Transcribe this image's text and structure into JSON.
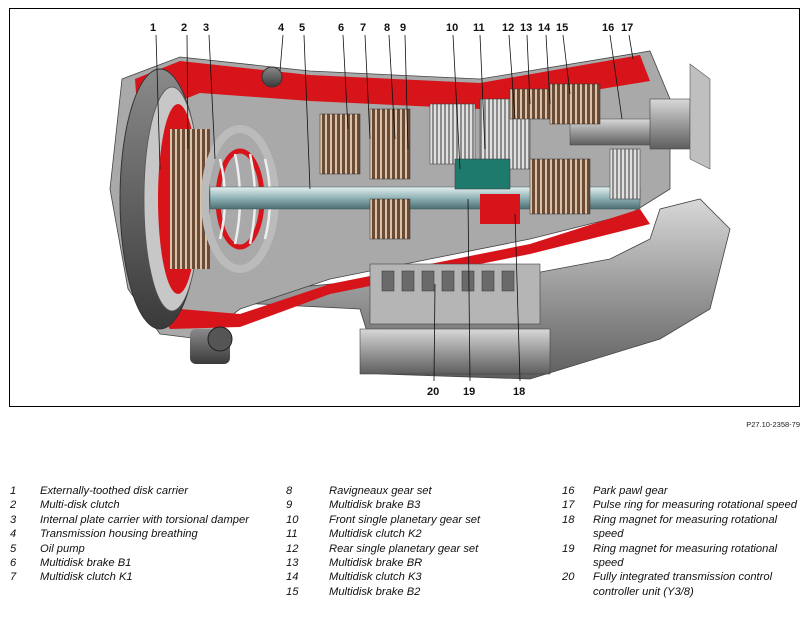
{
  "figure": {
    "reference_code": "P27.10-2358-79",
    "callouts": [
      "1",
      "2",
      "3",
      "4",
      "5",
      "6",
      "7",
      "8",
      "9",
      "10",
      "11",
      "12",
      "13",
      "14",
      "15",
      "16",
      "17",
      "18",
      "19",
      "20"
    ]
  },
  "legend": {
    "column_1": [
      {
        "number": "1",
        "text": "Externally-toothed disk carrier"
      },
      {
        "number": "2",
        "text": "Multi-disk clutch"
      },
      {
        "number": "3",
        "text": "Internal plate carrier with torsional damper"
      },
      {
        "number": "4",
        "text": "Transmission housing breathing"
      },
      {
        "number": "5",
        "text": "Oil pump"
      },
      {
        "number": "6",
        "text": "Multidisk brake B1"
      },
      {
        "number": "7",
        "text": "Multidisk clutch K1"
      }
    ],
    "column_2": [
      {
        "number": "8",
        "text": "Ravigneaux gear set"
      },
      {
        "number": "9",
        "text": "Multidisk brake B3"
      },
      {
        "number": "10",
        "text": "Front single planetary gear set"
      },
      {
        "number": "11",
        "text": "Multidisk clutch K2"
      },
      {
        "number": "12",
        "text": "Rear single planetary gear set"
      },
      {
        "number": "13",
        "text": "Multidisk brake BR"
      },
      {
        "number": "14",
        "text": "Multidisk clutch K3"
      },
      {
        "number": "15",
        "text": "Multidisk brake B2"
      }
    ],
    "column_3": [
      {
        "number": "16",
        "text": "Park pawl gear"
      },
      {
        "number": "17",
        "text": "Pulse ring for measuring rotational speed"
      },
      {
        "number": "18",
        "text": "Ring magnet for measuring rotational speed"
      },
      {
        "number": "19",
        "text": "Ring magnet for measuring rotational speed"
      },
      {
        "number": "20",
        "text": "Fully integrated transmission control controller unit (Y3/8)"
      }
    ]
  }
}
